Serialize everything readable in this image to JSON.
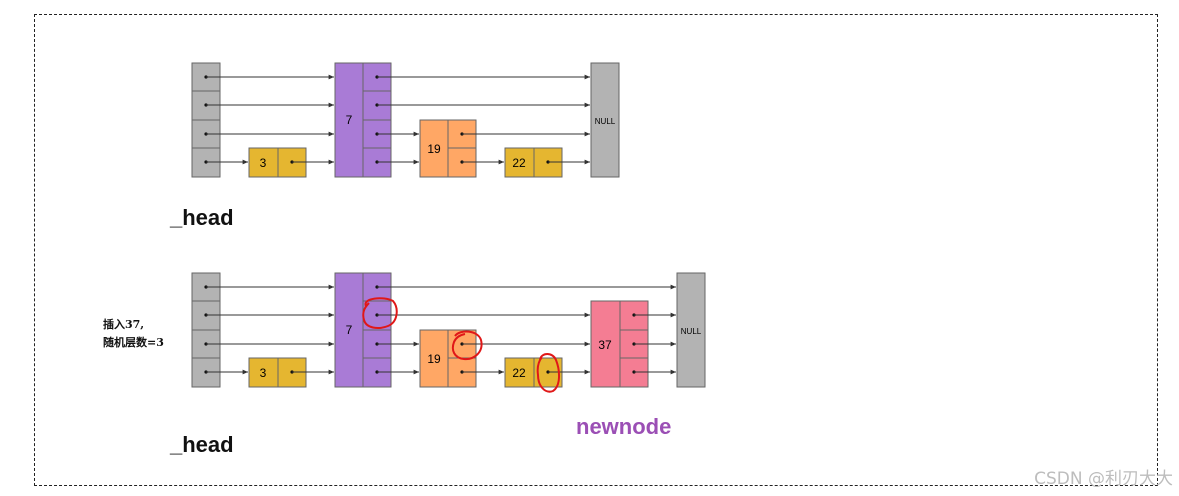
{
  "diagram1": {
    "head_label": "_head",
    "nodes": [
      "7",
      "19",
      "3",
      "22"
    ],
    "null_label": "NULL"
  },
  "diagram2": {
    "head_label": "_head",
    "nodes": [
      "7",
      "19",
      "3",
      "22",
      "37"
    ],
    "null_label": "NULL",
    "note_line1": "插入37,",
    "note_line2": "随机层数=3",
    "newnode_label": "newnode"
  },
  "watermark": "CSDN @利刃大大",
  "colors": {
    "head": "#b3b3b3",
    "purple": "#a97bd6",
    "orange": "#ffa765",
    "yellow": "#e5b630",
    "pink": "#f47d93",
    "null": "#b3b3b3",
    "circle": "#e01818"
  }
}
